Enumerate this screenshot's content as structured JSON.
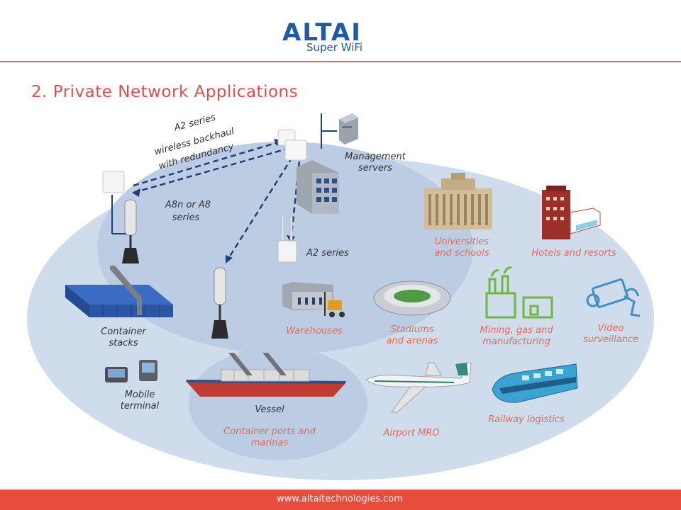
{
  "header": {
    "logo_text": "ALTAI",
    "logo_tagline": "Super WiFi",
    "title": "2. Private Network Applications"
  },
  "network": {
    "backhaul_label_1": "A2 series",
    "backhaul_label_2": "wireless backhaul",
    "backhaul_label_3": "with redundancy",
    "management_1": "Management",
    "management_2": "servers",
    "a8_label_1": "A8n or A8",
    "a8_label_2": "series",
    "a2_series": "A2 series"
  },
  "applications": {
    "universities_1": "Universities",
    "universities_2": "and schools",
    "hotels": "Hotels and resorts",
    "warehouses": "Warehouses",
    "stadiums_1": "Stadiums",
    "stadiums_2": "and arenas",
    "mining_1": "Mining, gas and",
    "mining_2": "manufacturing",
    "video_1": "Video",
    "video_2": "surveillance",
    "container_stacks_1": "Container",
    "container_stacks_2": "stacks",
    "mobile_1": "Mobile",
    "mobile_2": "terminal",
    "vessel": "Vessel",
    "ports_1": "Container ports and",
    "ports_2": "marinas",
    "airport": "Airport MRO",
    "railway": "Railway logistics"
  },
  "footer": {
    "url": "www.altaitechnologies.com"
  }
}
